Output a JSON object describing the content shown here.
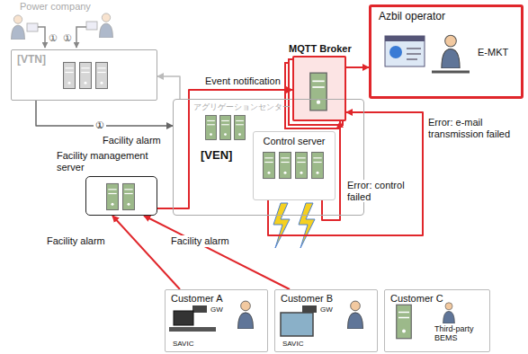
{
  "diagram": {
    "nodes": [
      {
        "text": [
          "[VTN]"
        ]
      },
      {
        "text": [
          "アグリゲーションセンター",
          "[VEN]"
        ]
      },
      {
        "text": [
          "Control server"
        ],
        "in": 1
      },
      {
        "text": [
          "MQTT Broker"
        ]
      },
      {
        "text": [
          "Azbil operator",
          "E-MKT"
        ]
      },
      {
        "text": [
          "Facility management server"
        ]
      },
      {
        "text": [
          "Customer A",
          "GW",
          "SAVIC"
        ]
      },
      {
        "text": [
          "Customer B",
          "GW",
          "SAVIC"
        ]
      },
      {
        "text": [
          "Customer C",
          "Third-party BEMS"
        ]
      }
    ],
    "edges": [
      {
        "from": 0,
        "to": 1,
        "arrow": "to",
        "label": "①"
      },
      {
        "from": 1,
        "to": 0,
        "arrow": "to"
      },
      {
        "from": 5,
        "to": 3,
        "arrow": "to",
        "label": "Facility alarm"
      },
      {
        "from": 2,
        "to": 3,
        "arrow": "to",
        "label": "Error: e-mail transmission failed"
      },
      {
        "from": 2,
        "to": 3,
        "arrow": "to",
        "label": "Error: control failed"
      },
      {
        "from": 6,
        "to": 5,
        "arrow": "to",
        "label": "Facility alarm"
      },
      {
        "from": 7,
        "to": 5,
        "arrow": "to",
        "label": "Facility alarm"
      },
      {
        "from": 3,
        "to": 4,
        "arrow": "to"
      }
    ],
    "labels": [
      "Power company",
      "①",
      "①",
      "Event notification"
    ]
  }
}
